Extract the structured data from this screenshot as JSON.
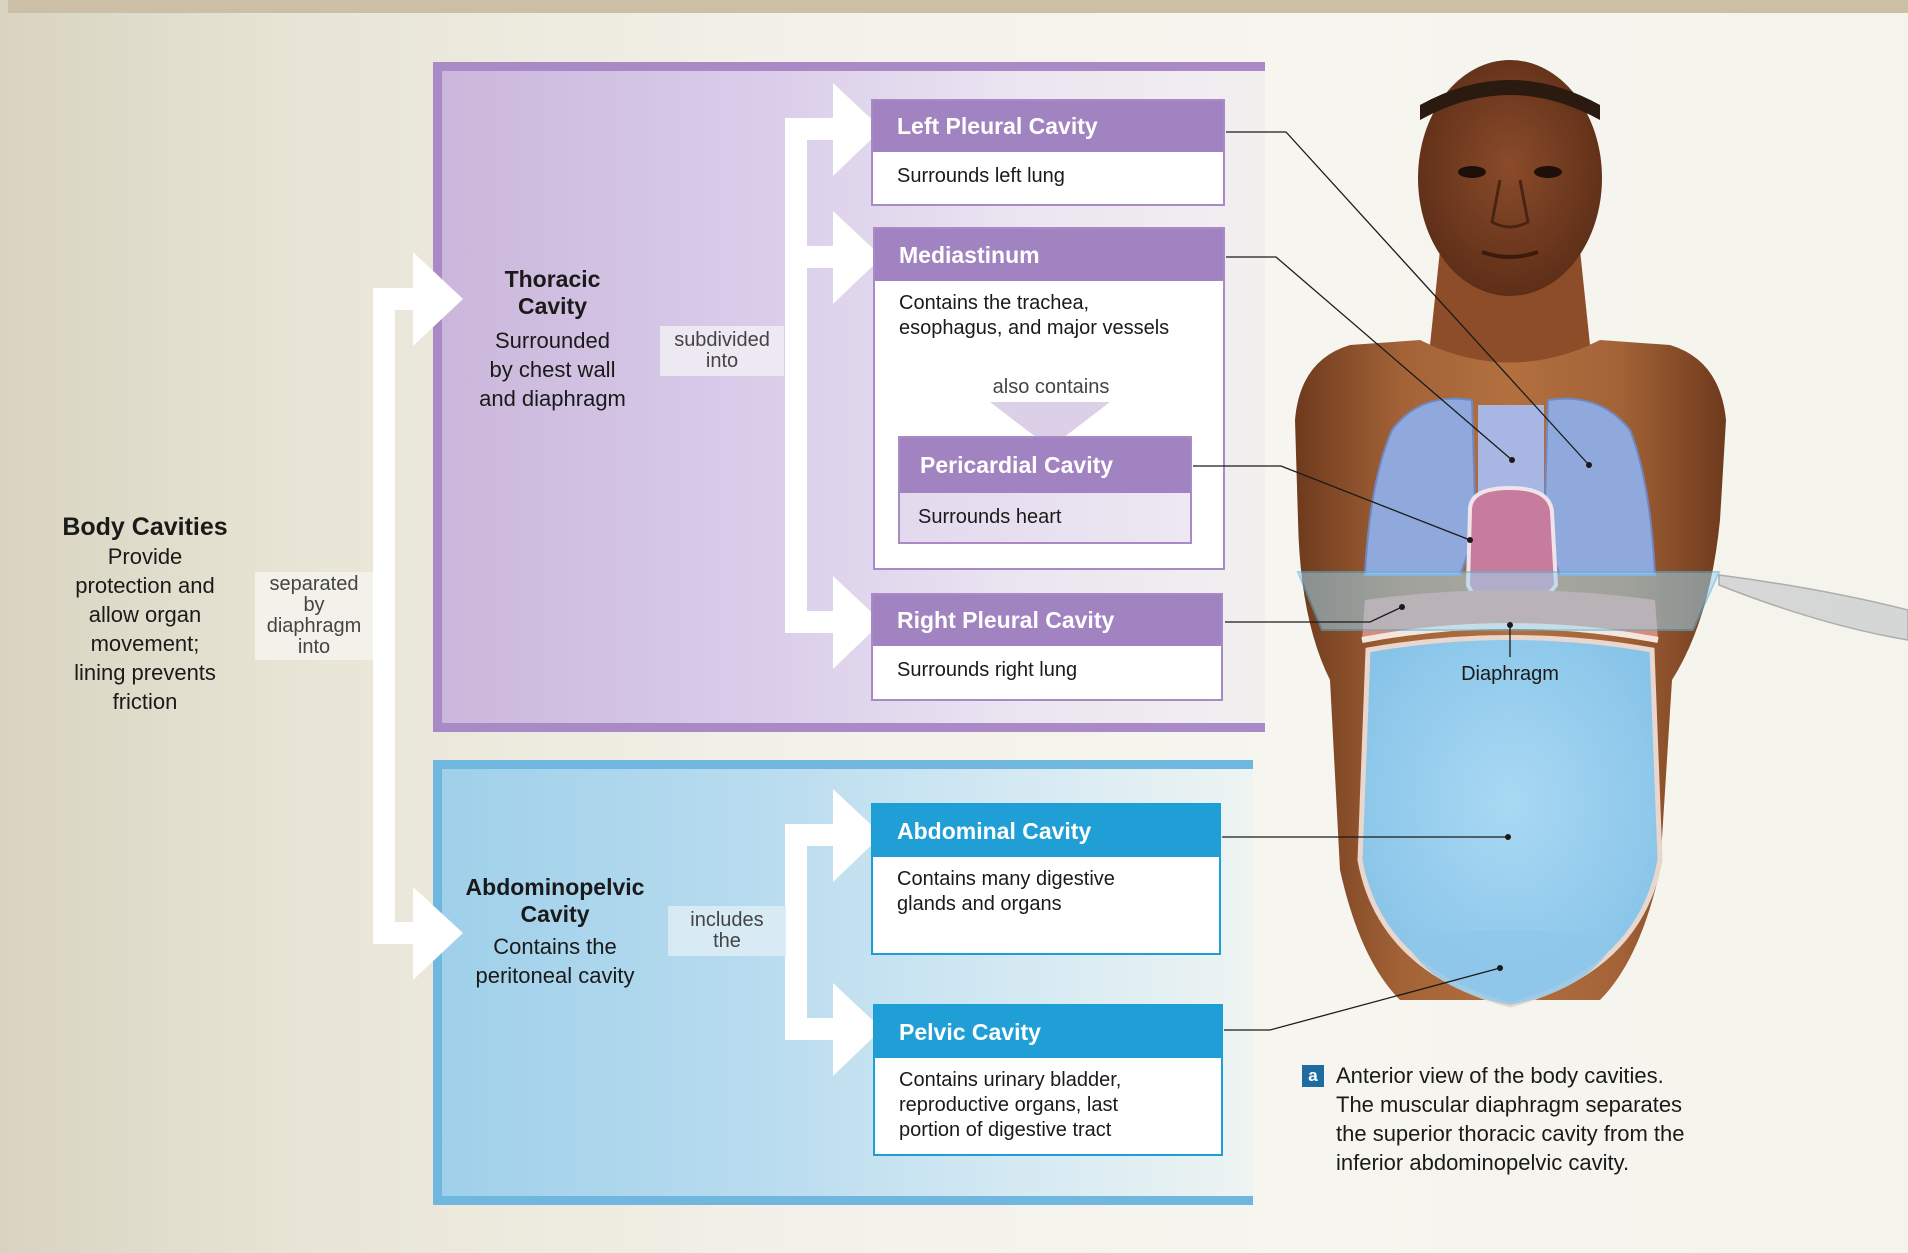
{
  "body_cavities": {
    "title": "Body Cavities",
    "description_lines": [
      "Provide",
      "protection and",
      "allow organ",
      "movement;",
      "lining prevents",
      "friction"
    ],
    "connector_lines": [
      "separated",
      "by",
      "diaphragm",
      "into"
    ]
  },
  "thoracic": {
    "title_lines": [
      "Thoracic",
      "Cavity"
    ],
    "description_lines": [
      "Surrounded",
      "by chest wall",
      "and diaphragm"
    ],
    "connector_lines": [
      "subdivided",
      "into"
    ]
  },
  "abdominopelvic": {
    "title_lines": [
      "Abdominopelvic",
      "Cavity"
    ],
    "description_lines": [
      "Contains the",
      "peritoneal cavity"
    ],
    "connector_lines": [
      "includes",
      "the"
    ]
  },
  "boxes": {
    "left_pleural": {
      "title": "Left Pleural Cavity",
      "desc": "Surrounds left lung"
    },
    "mediastinum": {
      "title": "Mediastinum",
      "desc_lines": [
        "Contains the trachea,",
        "esophagus, and major vessels"
      ],
      "also": "also contains"
    },
    "pericardial": {
      "title": "Pericardial Cavity",
      "desc": "Surrounds heart"
    },
    "right_pleural": {
      "title": "Right Pleural Cavity",
      "desc": "Surrounds right lung"
    },
    "abdominal": {
      "title": "Abdominal Cavity",
      "desc_lines": [
        "Contains many digestive",
        "glands and organs"
      ]
    },
    "pelvic": {
      "title": "Pelvic Cavity",
      "desc_lines": [
        "Contains urinary bladder,",
        "reproductive organs, last",
        "portion of digestive tract"
      ]
    }
  },
  "illustration": {
    "diaphragm_label": "Diaphragm"
  },
  "caption": {
    "badge": "a",
    "lines": [
      "Anterior view of the body cavities.",
      "The muscular diaphragm separates",
      "the superior thoracic cavity from the",
      "inferior abdominopelvic cavity."
    ]
  },
  "colors": {
    "thoracic_accent": "#a283c2",
    "abdominal_accent": "#1f9fd5",
    "lung": "#8fa9dd",
    "heart": "#c77c9e",
    "abdomen": "#9fd3f1",
    "skin": "#9a5a33"
  }
}
